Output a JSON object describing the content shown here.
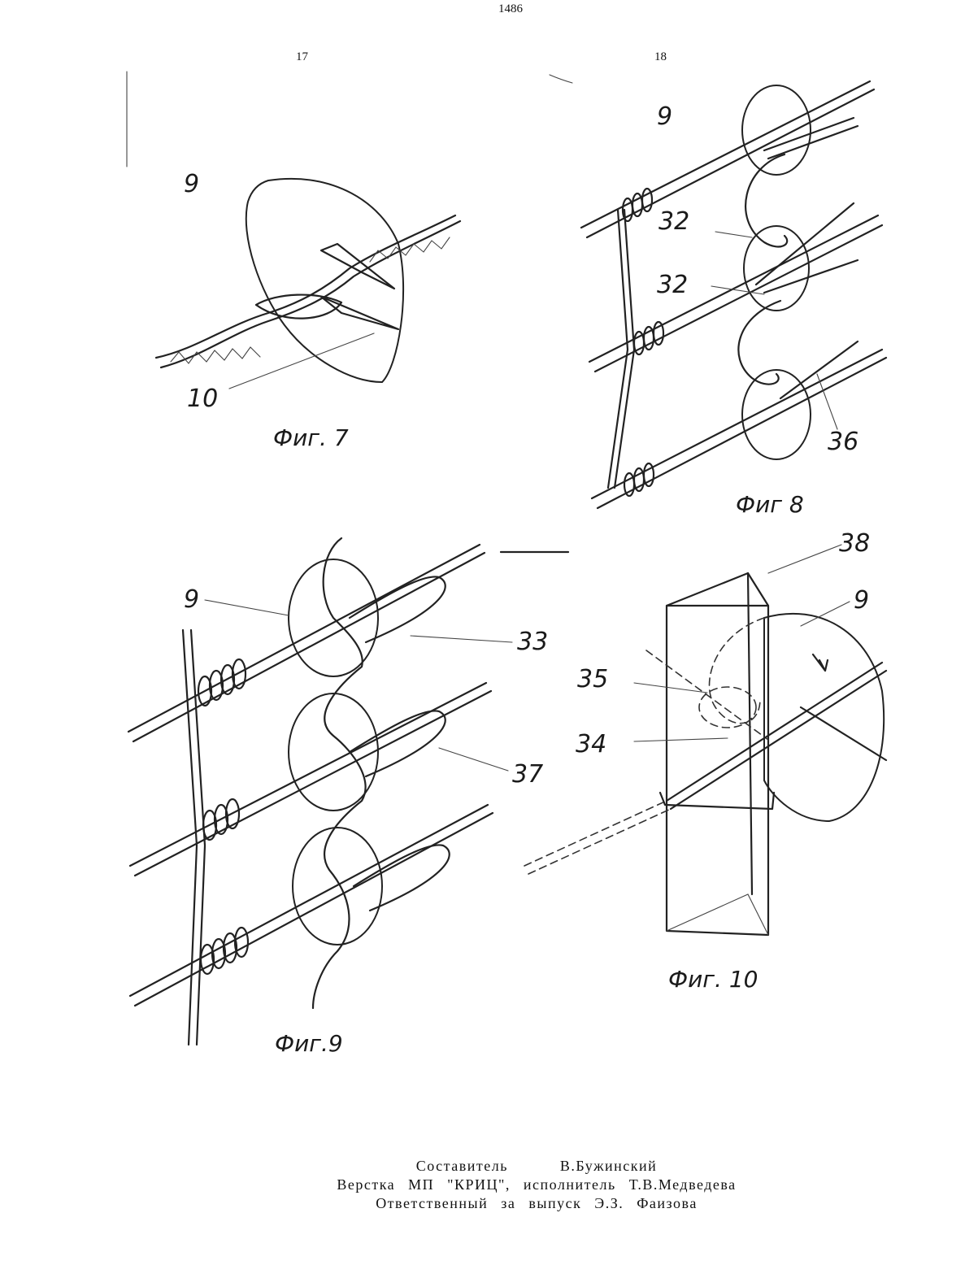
{
  "header": {
    "page_number": "1486",
    "column_left": "17",
    "column_right": "18"
  },
  "figures": {
    "fig7": {
      "caption": "Фиг. 7",
      "labels": [
        "9",
        "10"
      ]
    },
    "fig8": {
      "caption": "Фиг 8",
      "labels": [
        "9",
        "32",
        "32",
        "36"
      ]
    },
    "fig9": {
      "caption": "Фиг.9",
      "labels": [
        "9",
        "33",
        "37"
      ]
    },
    "fig10": {
      "caption": "Фиг. 10",
      "labels": [
        "38",
        "9",
        "35",
        "34"
      ]
    }
  },
  "colophon": {
    "line1": "Составитель    В.Бужинский",
    "line2": "Верстка МП \"КРИЦ\", исполнитель Т.В.Медведева",
    "line3": "Ответственный за выпуск Э.З. Фаизова"
  }
}
